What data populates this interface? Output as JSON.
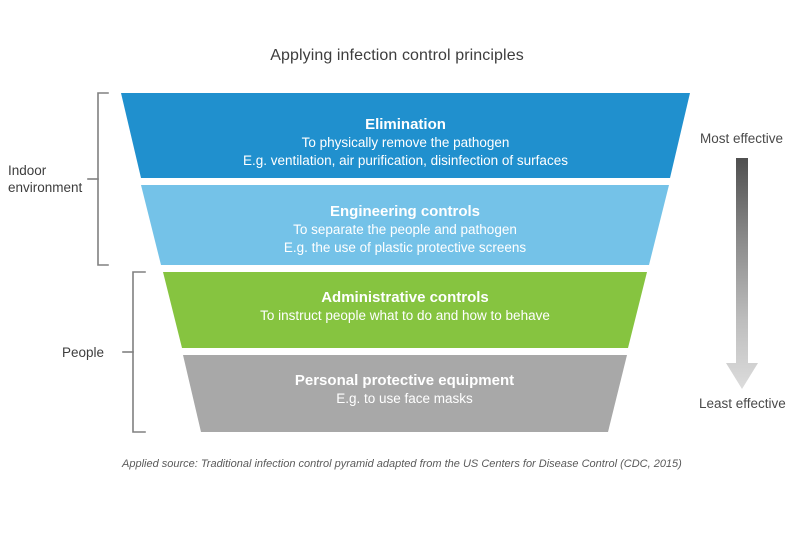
{
  "title": "Applying infection control principles",
  "source_note": "Applied source: Traditional infection control pyramid adapted from the US Centers for Disease Control (CDC, 2015)",
  "colors": {
    "background": "#ffffff",
    "band_elimination": "#2090ce",
    "band_engineering": "#74c2e8",
    "band_administrative": "#86c440",
    "band_ppe": "#a8a8a8",
    "text_dark": "#3d3d3d",
    "bracket": "#808080",
    "arrow_top": "#555555",
    "arrow_bottom": "#d4d4d4"
  },
  "bands": [
    {
      "id": "elimination",
      "title": "Elimination",
      "lines": [
        "To physically remove the pathogen",
        "E.g. ventilation, air purification, disinfection of surfaces"
      ],
      "color": "#2090ce"
    },
    {
      "id": "engineering-controls",
      "title": "Engineering controls",
      "lines": [
        "To separate the people and pathogen",
        "E.g. the use of plastic protective screens"
      ],
      "color": "#74c2e8"
    },
    {
      "id": "administrative-controls",
      "title": "Administrative controls",
      "lines": [
        "To instruct people what to do and how to behave"
      ],
      "color": "#86c440"
    },
    {
      "id": "personal-protective-equipment",
      "title": "Personal protective equipment",
      "lines": [
        "E.g. to use face masks"
      ],
      "color": "#a8a8a8"
    }
  ],
  "groups": [
    {
      "id": "indoor-environment",
      "label_line1": "Indoor",
      "label_line2": "environment",
      "spans": "elimination + engineering controls"
    },
    {
      "id": "people",
      "label_line1": "People",
      "label_line2": "",
      "spans": "administrative controls + personal protective equipment"
    }
  ],
  "effectiveness_axis": {
    "top_label": "Most effective",
    "bottom_label": "Least effective",
    "direction": "downward"
  },
  "chart_data": {
    "type": "funnel",
    "title": "Applying infection control principles",
    "orientation": "vertical-descending",
    "categories": [
      "Elimination",
      "Engineering controls",
      "Administrative controls",
      "Personal protective equipment"
    ],
    "effectiveness_rank": [
      1,
      2,
      3,
      4
    ],
    "effectiveness_scale": [
      "Most effective",
      "Least effective"
    ],
    "groups": {
      "Indoor environment": [
        "Elimination",
        "Engineering controls"
      ],
      "People": [
        "Administrative controls",
        "Personal protective equipment"
      ]
    },
    "descriptions": {
      "Elimination": [
        "To physically remove the pathogen",
        "E.g. ventilation, air purification, disinfection of surfaces"
      ],
      "Engineering controls": [
        "To separate the people and pathogen",
        "E.g. the use of plastic protective screens"
      ],
      "Administrative controls": [
        "To instruct people what to do and how to behave"
      ],
      "Personal protective equipment": [
        "E.g. to use face masks"
      ]
    },
    "colors": [
      "#2090ce",
      "#74c2e8",
      "#86c440",
      "#a8a8a8"
    ],
    "legend": "none",
    "grid": false
  }
}
